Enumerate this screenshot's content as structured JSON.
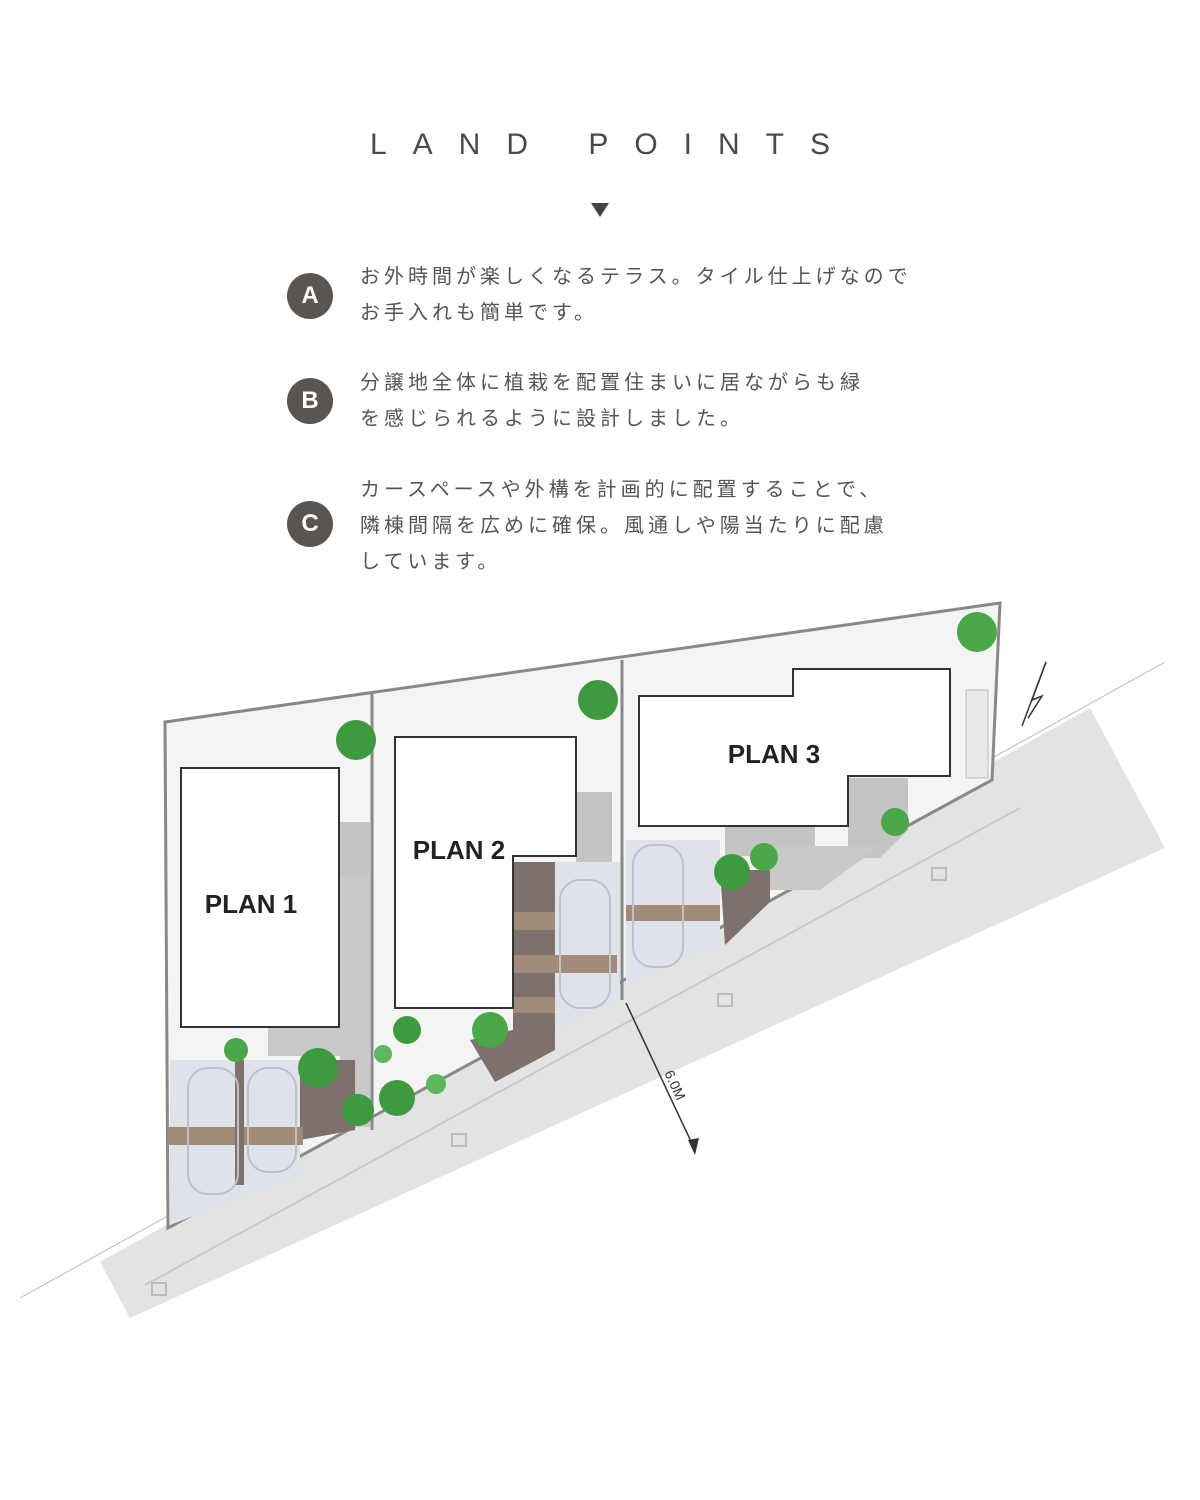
{
  "header": {
    "title": "LAND POINTS",
    "arrow_icon": "triangle-down-icon"
  },
  "points": [
    {
      "letter": "A",
      "lines": [
        "お外時間が楽しくなるテラス。タイル仕上げなので",
        "お手入れも簡単です。"
      ]
    },
    {
      "letter": "B",
      "lines": [
        "分譲地全体に植栽を配置住まいに居ながらも緑",
        "を感じられるように設計しました。"
      ]
    },
    {
      "letter": "C",
      "lines": [
        "カースペースや外構を計画的に配置することで、",
        "隣棟間隔を広めに確保。風通しや陽当たりに配慮",
        "しています。"
      ]
    }
  ],
  "site_plan": {
    "plans": [
      "PLAN 1",
      "PLAN 2",
      "PLAN 3"
    ],
    "road_width": "6.0M",
    "north_icon": "north-arrow-icon",
    "colors": {
      "badge": "#5b5552",
      "road": "#e3e3e3",
      "lot": "#f4f4f4",
      "paving": "#7d716c",
      "tile": "#bdbdbd",
      "tree": "#3e9a3e"
    }
  }
}
